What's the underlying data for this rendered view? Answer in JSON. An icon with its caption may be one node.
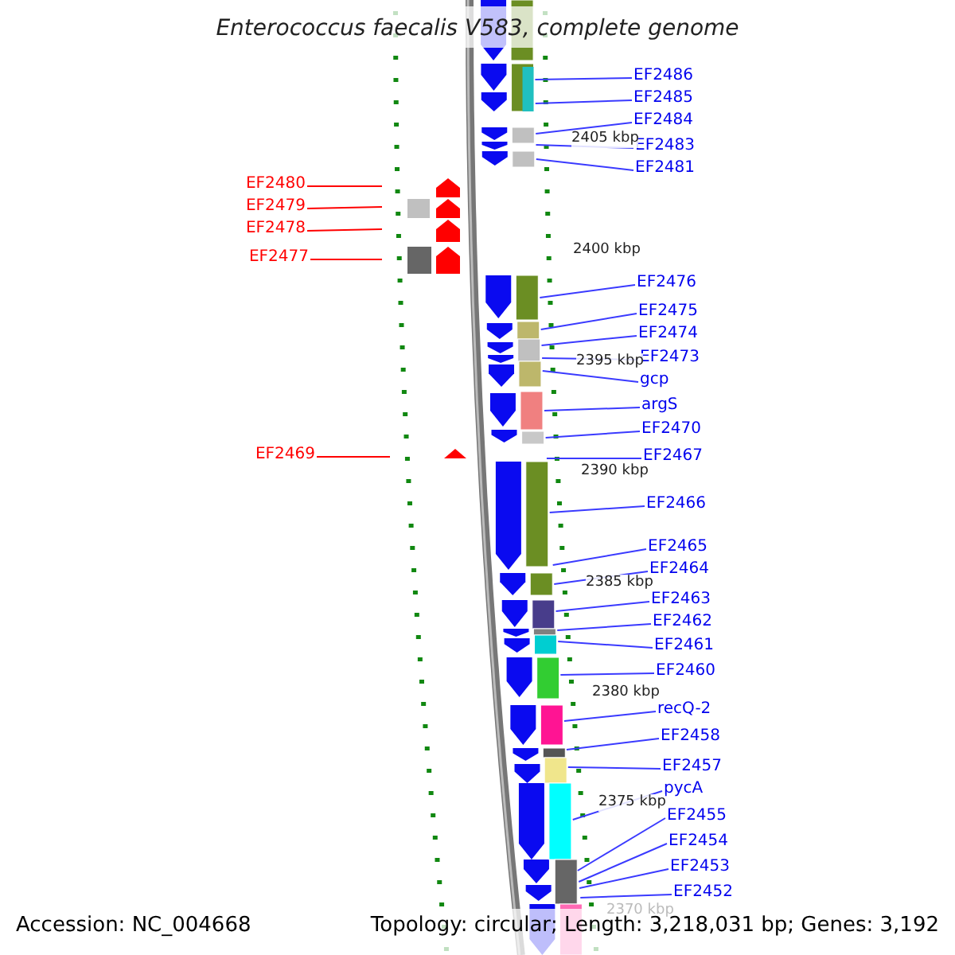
{
  "diagram": {
    "title": "Enterococcus faecalis V583, complete genome",
    "nodes": [
      {
        "text": [
          "EF2486"
        ]
      },
      {
        "text": [
          "EF2485"
        ]
      },
      {
        "text": [
          "EF2484"
        ]
      },
      {
        "text": [
          "EF2483"
        ]
      },
      {
        "text": [
          "EF2481"
        ]
      },
      {
        "text": [
          "EF2480"
        ]
      },
      {
        "text": [
          "EF2479"
        ]
      },
      {
        "text": [
          "EF2478"
        ]
      },
      {
        "text": [
          "EF2477"
        ]
      },
      {
        "text": [
          "EF2476"
        ]
      },
      {
        "text": [
          "EF2475"
        ]
      },
      {
        "text": [
          "EF2474"
        ]
      },
      {
        "text": [
          "EF2473"
        ]
      },
      {
        "text": [
          "gcp"
        ]
      },
      {
        "text": [
          "argS"
        ]
      },
      {
        "text": [
          "EF2470"
        ]
      },
      {
        "text": [
          "EF2469"
        ]
      },
      {
        "text": [
          "EF2467"
        ]
      },
      {
        "text": [
          "EF2466"
        ]
      },
      {
        "text": [
          "EF2465"
        ]
      },
      {
        "text": [
          "EF2464"
        ]
      },
      {
        "text": [
          "EF2463"
        ]
      },
      {
        "text": [
          "EF2462"
        ]
      },
      {
        "text": [
          "EF2461"
        ]
      },
      {
        "text": [
          "EF2460"
        ]
      },
      {
        "text": [
          "recQ-2"
        ]
      },
      {
        "text": [
          "EF2458"
        ]
      },
      {
        "text": [
          "EF2457"
        ]
      },
      {
        "text": [
          "pycA"
        ]
      },
      {
        "text": [
          "EF2455"
        ]
      },
      {
        "text": [
          "EF2454"
        ]
      },
      {
        "text": [
          "EF2453"
        ]
      },
      {
        "text": [
          "EF2452"
        ]
      }
    ],
    "edges": [
      {
        "from": 0,
        "to": null,
        "arrow": "none"
      },
      {
        "from": 1,
        "to": null,
        "arrow": "none"
      },
      {
        "from": 2,
        "to": null,
        "arrow": "none"
      },
      {
        "from": 3,
        "to": null,
        "arrow": "none"
      },
      {
        "from": 4,
        "to": null,
        "arrow": "none"
      },
      {
        "from": 5,
        "to": null,
        "arrow": "none",
        "color": "#ff0000"
      },
      {
        "from": 6,
        "to": null,
        "arrow": "none",
        "color": "#ff0000"
      },
      {
        "from": 7,
        "to": null,
        "arrow": "none",
        "color": "#ff0000"
      },
      {
        "from": 8,
        "to": null,
        "arrow": "none",
        "color": "#ff0000"
      },
      {
        "from": 9,
        "to": null,
        "arrow": "none"
      },
      {
        "from": 10,
        "to": null,
        "arrow": "none"
      },
      {
        "from": 11,
        "to": null,
        "arrow": "none"
      },
      {
        "from": 12,
        "to": null,
        "arrow": "none"
      },
      {
        "from": 13,
        "to": null,
        "arrow": "none"
      },
      {
        "from": 14,
        "to": null,
        "arrow": "none"
      },
      {
        "from": 15,
        "to": null,
        "arrow": "none"
      },
      {
        "from": 16,
        "to": null,
        "arrow": "none",
        "color": "#ff0000"
      },
      {
        "from": 17,
        "to": null,
        "arrow": "none"
      },
      {
        "from": 18,
        "to": null,
        "arrow": "none"
      },
      {
        "from": 19,
        "to": null,
        "arrow": "none"
      },
      {
        "from": 20,
        "to": null,
        "arrow": "none"
      },
      {
        "from": 21,
        "to": null,
        "arrow": "none"
      },
      {
        "from": 22,
        "to": null,
        "arrow": "none"
      },
      {
        "from": 23,
        "to": null,
        "arrow": "none"
      },
      {
        "from": 24,
        "to": null,
        "arrow": "none"
      },
      {
        "from": 25,
        "to": null,
        "arrow": "none"
      },
      {
        "from": 26,
        "to": null,
        "arrow": "none"
      },
      {
        "from": 27,
        "to": null,
        "arrow": "none"
      },
      {
        "from": 28,
        "to": null,
        "arrow": "none"
      },
      {
        "from": 29,
        "to": null,
        "arrow": "none"
      },
      {
        "from": 30,
        "to": null,
        "arrow": "none"
      },
      {
        "from": 31,
        "to": null,
        "arrow": "none"
      },
      {
        "from": 32,
        "to": null,
        "arrow": "none"
      }
    ],
    "labels": [
      "2405 kbp",
      "2400 kbp",
      "2395 kbp",
      "2390 kbp",
      "2385 kbp",
      "2380 kbp",
      "2375 kbp",
      "2370 kbp",
      "Accession: NC_004668",
      "Topology: circular; Length: 3,218,031 bp; Genes: 3,192"
    ]
  }
}
